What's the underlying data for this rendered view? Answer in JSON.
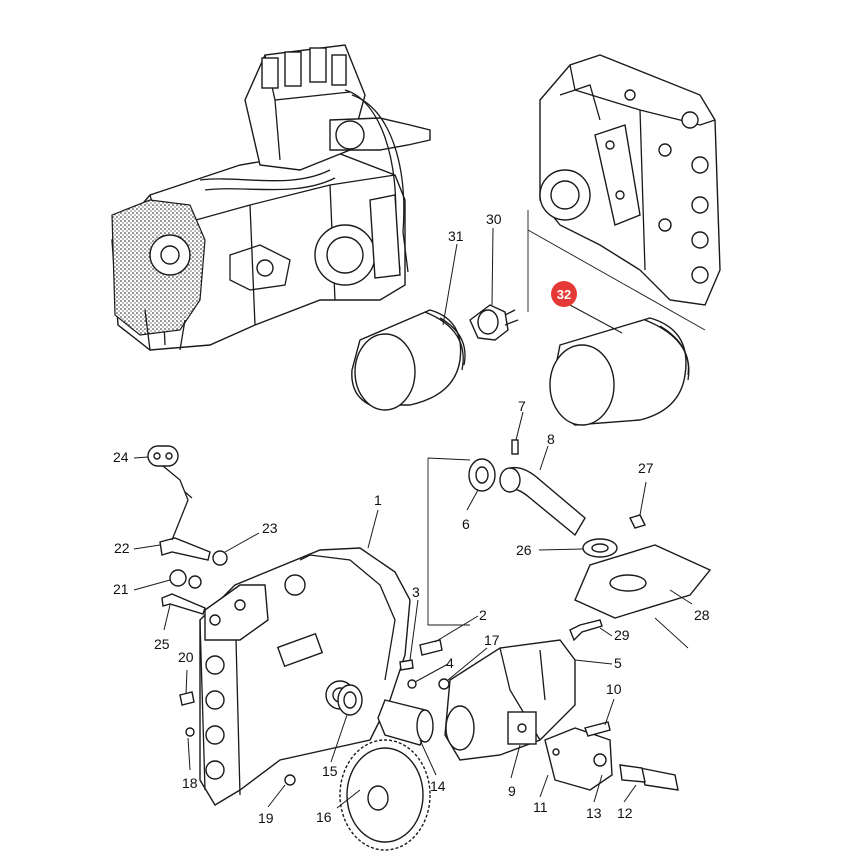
{
  "callouts": [
    {
      "id": "1",
      "label": "1"
    },
    {
      "id": "2",
      "label": "2"
    },
    {
      "id": "3",
      "label": "3"
    },
    {
      "id": "4",
      "label": "4"
    },
    {
      "id": "5",
      "label": "5"
    },
    {
      "id": "6",
      "label": "6"
    },
    {
      "id": "7",
      "label": "7"
    },
    {
      "id": "8",
      "label": "8"
    },
    {
      "id": "9",
      "label": "9"
    },
    {
      "id": "10",
      "label": "10"
    },
    {
      "id": "11",
      "label": "11"
    },
    {
      "id": "12",
      "label": "12"
    },
    {
      "id": "13",
      "label": "13"
    },
    {
      "id": "14",
      "label": "14"
    },
    {
      "id": "15",
      "label": "15"
    },
    {
      "id": "16",
      "label": "16"
    },
    {
      "id": "17",
      "label": "17"
    },
    {
      "id": "18",
      "label": "18"
    },
    {
      "id": "19",
      "label": "19"
    },
    {
      "id": "20",
      "label": "20"
    },
    {
      "id": "21",
      "label": "21"
    },
    {
      "id": "22",
      "label": "22"
    },
    {
      "id": "23",
      "label": "23"
    },
    {
      "id": "24",
      "label": "24"
    },
    {
      "id": "25",
      "label": "25"
    },
    {
      "id": "26",
      "label": "26"
    },
    {
      "id": "27",
      "label": "27"
    },
    {
      "id": "28",
      "label": "28"
    },
    {
      "id": "29",
      "label": "29"
    },
    {
      "id": "30",
      "label": "30"
    },
    {
      "id": "31",
      "label": "31"
    }
  ],
  "highlight": {
    "label": "32",
    "color": "#e53935"
  },
  "colors": {
    "line": "#1a1a1a",
    "background": "#ffffff"
  }
}
